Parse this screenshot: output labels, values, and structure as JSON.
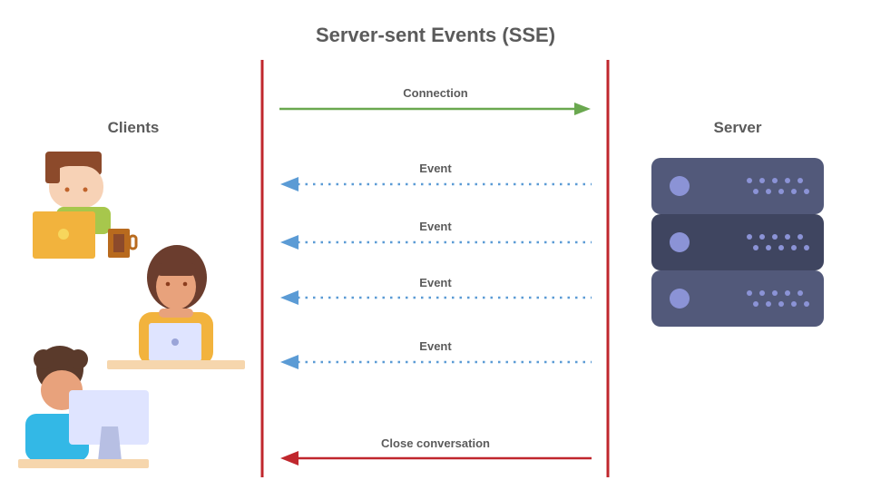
{
  "title": "Server-sent Events (SSE)",
  "clients_label": "Clients",
  "server_label": "Server",
  "messages": [
    {
      "label": "Connection",
      "direction": "to-server",
      "style": "solid",
      "color": "#6aa84f"
    },
    {
      "label": "Event",
      "direction": "to-client",
      "style": "dotted",
      "color": "#5b9bd5"
    },
    {
      "label": "Event",
      "direction": "to-client",
      "style": "dotted",
      "color": "#5b9bd5"
    },
    {
      "label": "Event",
      "direction": "to-client",
      "style": "dotted",
      "color": "#5b9bd5"
    },
    {
      "label": "Event",
      "direction": "to-client",
      "style": "dotted",
      "color": "#5b9bd5"
    },
    {
      "label": "Close conversation",
      "direction": "to-client",
      "style": "solid",
      "color": "#c0272d"
    }
  ],
  "colors": {
    "lifeline": "#c0272d",
    "server_unit": "#52597a",
    "server_unit_dark": "#3f4560",
    "server_led": "#8b93d6"
  },
  "icons": [
    "client-man-laptop-icon",
    "client-woman-laptop-icon",
    "client-man-desktop-icon",
    "server-rack-icon"
  ]
}
